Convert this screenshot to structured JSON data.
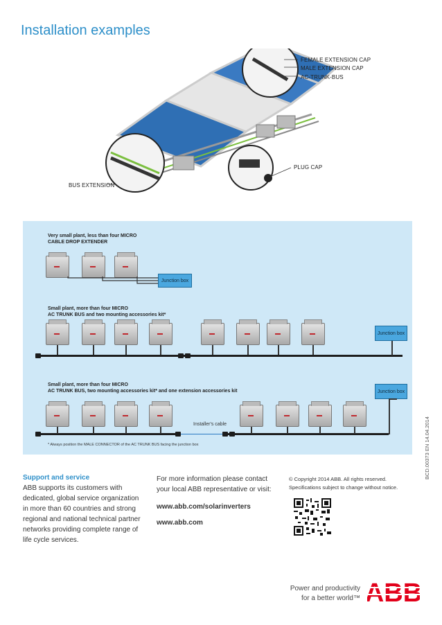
{
  "header": {
    "title": "Installation examples"
  },
  "illustration": {
    "callouts": {
      "female_cap": "FEMALE EXTENSION CAP",
      "male_cap": "MALE EXTENSION CAP",
      "trunk_bus": "AC-TRUNK-BUS",
      "plug_cap": "PLUG CAP",
      "bus_extension": "BUS EXTENSION"
    }
  },
  "diagrams": {
    "sections": [
      {
        "title_line1": "Very small plant, less than four MICRO",
        "title_line2": "CABLE DROP EXTENDER",
        "junction": "Junction box"
      },
      {
        "title_line1": "Small plant, more than four MICRO",
        "title_line2": "AC TRUNK BUS and two mounting accessories kit*",
        "junction": "Junction box"
      },
      {
        "title_line1": "Small plant, more than four MICRO",
        "title_line2": "AC TRUNK BUS, two mounting accessories kit* and one extension accessories kit",
        "junction": "Junction box",
        "cable_label": "Installer's cable"
      }
    ],
    "footnote": "* Always position the MALE CONNECTOR of the AC TRUNK BUS facing the junction box"
  },
  "doc_code": "BCD.00373 EN 14.04.2014",
  "footer": {
    "support": {
      "heading": "Support and service",
      "line1": "ABB supports its customers with",
      "line2": "dedicated, global service organization",
      "line3": "in more than 60 countries and strong",
      "line4": "regional and national technical partner",
      "line5": "networks providing complete range of",
      "line6": "life cycle services."
    },
    "info": {
      "line1": "For more information please contact",
      "line2": "your local ABB representative or visit:",
      "link1": "www.abb.com/solarinverters",
      "link2": "www.abb.com"
    },
    "copyright": {
      "line1": "© Copyright 2014 ABB. All rights reserved.",
      "line2": "Specifications subject to change without notice."
    },
    "tagline": {
      "line1": "Power and productivity",
      "line2": "for a better world™"
    },
    "logo": "ABB"
  },
  "colors": {
    "accent": "#2d8fc9",
    "panel_bg": "#cfe8f7",
    "junction": "#4aa7df",
    "abb_red": "#e2001a"
  }
}
